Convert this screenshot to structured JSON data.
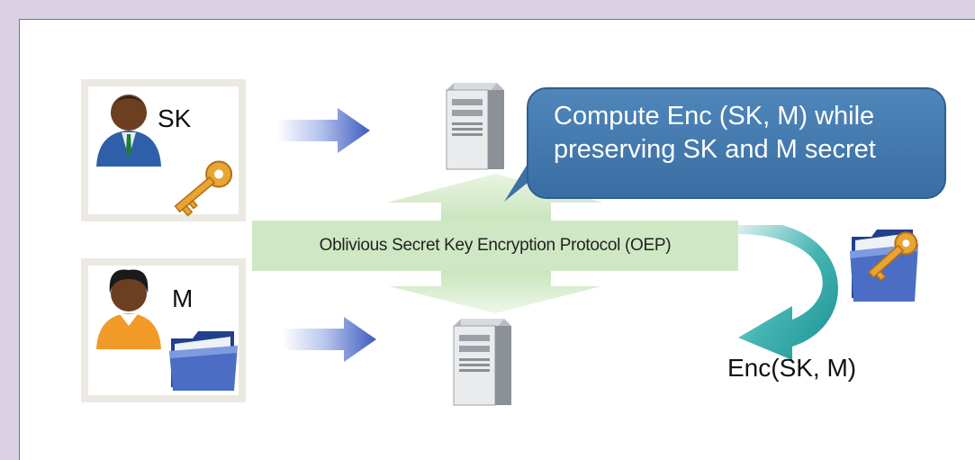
{
  "labels": {
    "sk": "SK",
    "m": "M",
    "callout": [
      "Compute Enc (SK, M) while",
      "preserving SK and M secret"
    ],
    "protocol": "Oblivious Secret Key Encryption Protocol (OEP)",
    "result": "Enc(SK, M)"
  },
  "icons": {
    "user_top": "person-icon",
    "key_top": "key-icon",
    "user_bottom": "person-icon",
    "folder_bottom": "folder-icon",
    "server_top": "server-icon",
    "server_bottom": "server-icon",
    "result": "folder-key-icon"
  },
  "colors": {
    "callout": "#4579ae",
    "protocol_band": "#cfe8c4",
    "curved_arrow": "#1f9aa0",
    "flow_arrow": "#4d67c2"
  }
}
